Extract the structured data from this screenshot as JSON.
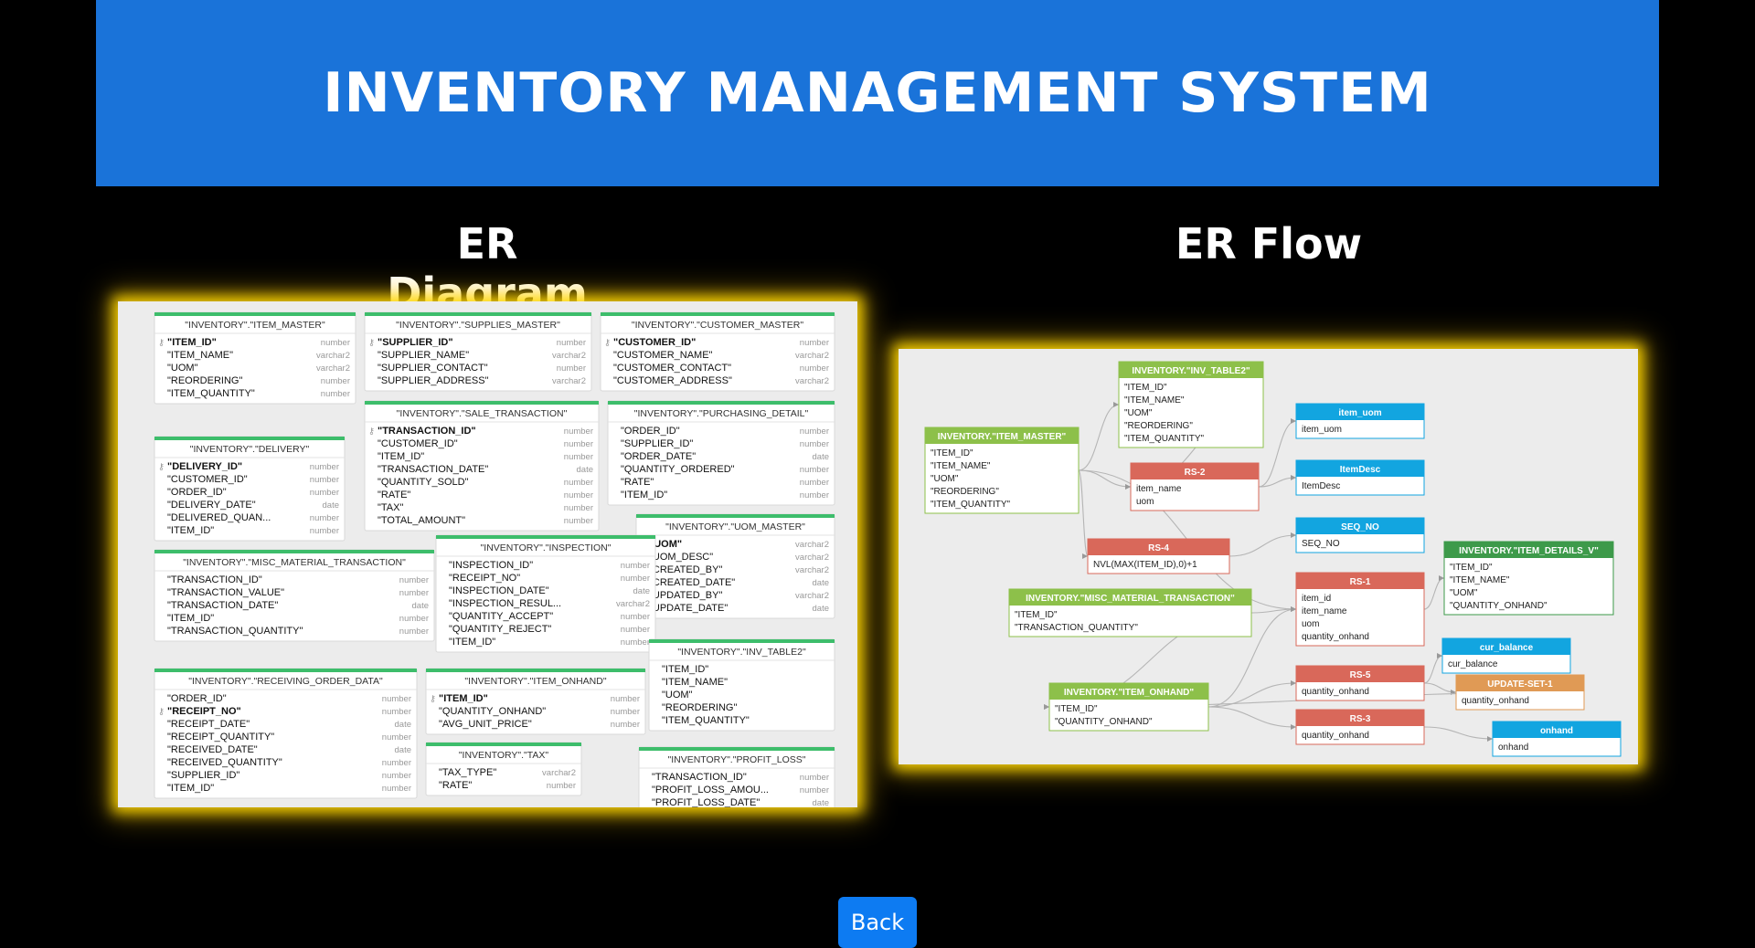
{
  "header": {
    "title": "INVENTORY MANAGEMENT SYSTEM"
  },
  "sections": {
    "er_diagram": "ER Diagram",
    "er_flow": "ER Flow"
  },
  "er_diagram": {
    "tables": [
      {
        "title": "\"INVENTORY\".\"ITEM_MASTER\"",
        "columns": [
          {
            "name": "\"ITEM_ID\"",
            "type": "number",
            "pk": true
          },
          {
            "name": "\"ITEM_NAME\"",
            "type": "varchar2"
          },
          {
            "name": "\"UOM\"",
            "type": "varchar2"
          },
          {
            "name": "\"REORDERING\"",
            "type": "number"
          },
          {
            "name": "\"ITEM_QUANTITY\"",
            "type": "number"
          }
        ]
      },
      {
        "title": "\"INVENTORY\".\"SUPPLIES_MASTER\"",
        "columns": [
          {
            "name": "\"SUPPLIER_ID\"",
            "type": "number",
            "pk": true
          },
          {
            "name": "\"SUPPLIER_NAME\"",
            "type": "varchar2"
          },
          {
            "name": "\"SUPPLIER_CONTACT\"",
            "type": "number"
          },
          {
            "name": "\"SUPPLIER_ADDRESS\"",
            "type": "varchar2"
          }
        ]
      },
      {
        "title": "\"INVENTORY\".\"CUSTOMER_MASTER\"",
        "columns": [
          {
            "name": "\"CUSTOMER_ID\"",
            "type": "number",
            "pk": true
          },
          {
            "name": "\"CUSTOMER_NAME\"",
            "type": "varchar2"
          },
          {
            "name": "\"CUSTOMER_CONTACT\"",
            "type": "number"
          },
          {
            "name": "\"CUSTOMER_ADDRESS\"",
            "type": "varchar2"
          }
        ]
      },
      {
        "title": "\"INVENTORY\".\"DELIVERY\"",
        "columns": [
          {
            "name": "\"DELIVERY_ID\"",
            "type": "number",
            "pk": true
          },
          {
            "name": "\"CUSTOMER_ID\"",
            "type": "number"
          },
          {
            "name": "\"ORDER_ID\"",
            "type": "number"
          },
          {
            "name": "\"DELIVERY_DATE\"",
            "type": "date"
          },
          {
            "name": "\"DELIVERED_QUAN...",
            "type": "number"
          },
          {
            "name": "\"ITEM_ID\"",
            "type": "number"
          }
        ]
      },
      {
        "title": "\"INVENTORY\".\"SALE_TRANSACTION\"",
        "columns": [
          {
            "name": "\"TRANSACTION_ID\"",
            "type": "number",
            "pk": true
          },
          {
            "name": "\"CUSTOMER_ID\"",
            "type": "number"
          },
          {
            "name": "\"ITEM_ID\"",
            "type": "number"
          },
          {
            "name": "\"TRANSACTION_DATE\"",
            "type": "date"
          },
          {
            "name": "\"QUANTITY_SOLD\"",
            "type": "number"
          },
          {
            "name": "\"RATE\"",
            "type": "number"
          },
          {
            "name": "\"TAX\"",
            "type": "number"
          },
          {
            "name": "\"TOTAL_AMOUNT\"",
            "type": "number"
          }
        ]
      },
      {
        "title": "\"INVENTORY\".\"PURCHASING_DETAIL\"",
        "columns": [
          {
            "name": "\"ORDER_ID\"",
            "type": "number"
          },
          {
            "name": "\"SUPPLIER_ID\"",
            "type": "number"
          },
          {
            "name": "\"ORDER_DATE\"",
            "type": "date"
          },
          {
            "name": "\"QUANTITY_ORDERED\"",
            "type": "number"
          },
          {
            "name": "\"RATE\"",
            "type": "number"
          },
          {
            "name": "\"ITEM_ID\"",
            "type": "number"
          }
        ]
      },
      {
        "title": "\"INVENTORY\".\"UOM_MASTER\"",
        "columns": [
          {
            "name": "\"UOM\"",
            "type": "varchar2",
            "pk": true
          },
          {
            "name": "\"UOM_DESC\"",
            "type": "varchar2"
          },
          {
            "name": "\"CREATED_BY\"",
            "type": "varchar2"
          },
          {
            "name": "\"CREATED_DATE\"",
            "type": "date"
          },
          {
            "name": "\"UPDATED_BY\"",
            "type": "varchar2"
          },
          {
            "name": "\"UPDATE_DATE\"",
            "type": "date"
          }
        ]
      },
      {
        "title": "\"INVENTORY\".\"MISC_MATERIAL_TRANSACTION\"",
        "columns": [
          {
            "name": "\"TRANSACTION_ID\"",
            "type": "number"
          },
          {
            "name": "\"TRANSACTION_VALUE\"",
            "type": "number"
          },
          {
            "name": "\"TRANSACTION_DATE\"",
            "type": "date"
          },
          {
            "name": "\"ITEM_ID\"",
            "type": "number"
          },
          {
            "name": "\"TRANSACTION_QUANTITY\"",
            "type": "number"
          }
        ]
      },
      {
        "title": "\"INVENTORY\".\"INSPECTION\"",
        "columns": [
          {
            "name": "\"INSPECTION_ID\"",
            "type": "number"
          },
          {
            "name": "\"RECEIPT_NO\"",
            "type": "number"
          },
          {
            "name": "\"INSPECTION_DATE\"",
            "type": "date"
          },
          {
            "name": "\"INSPECTION_RESUL...",
            "type": "varchar2"
          },
          {
            "name": "\"QUANTITY_ACCEPT\"",
            "type": "number"
          },
          {
            "name": "\"QUANTITY_REJECT\"",
            "type": "number"
          },
          {
            "name": "\"ITEM_ID\"",
            "type": "number"
          }
        ]
      },
      {
        "title": "\"INVENTORY\".\"INV_TABLE2\"",
        "columns": [
          {
            "name": "\"ITEM_ID\"",
            "type": ""
          },
          {
            "name": "\"ITEM_NAME\"",
            "type": ""
          },
          {
            "name": "\"UOM\"",
            "type": ""
          },
          {
            "name": "\"REORDERING\"",
            "type": ""
          },
          {
            "name": "\"ITEM_QUANTITY\"",
            "type": ""
          }
        ]
      },
      {
        "title": "\"INVENTORY\".\"RECEIVING_ORDER_DATA\"",
        "columns": [
          {
            "name": "\"ORDER_ID\"",
            "type": "number"
          },
          {
            "name": "\"RECEIPT_NO\"",
            "type": "number",
            "pk": true
          },
          {
            "name": "\"RECEIPT_DATE\"",
            "type": "date"
          },
          {
            "name": "\"RECEIPT_QUANTITY\"",
            "type": "number"
          },
          {
            "name": "\"RECEIVED_DATE\"",
            "type": "date"
          },
          {
            "name": "\"RECEIVED_QUANTITY\"",
            "type": "number"
          },
          {
            "name": "\"SUPPLIER_ID\"",
            "type": "number"
          },
          {
            "name": "\"ITEM_ID\"",
            "type": "number"
          }
        ]
      },
      {
        "title": "\"INVENTORY\".\"ITEM_ONHAND\"",
        "columns": [
          {
            "name": "\"ITEM_ID\"",
            "type": "number",
            "pk": true
          },
          {
            "name": "\"QUANTITY_ONHAND\"",
            "type": "number"
          },
          {
            "name": "\"AVG_UNIT_PRICE\"",
            "type": "number"
          }
        ]
      },
      {
        "title": "\"INVENTORY\".\"TAX\"",
        "columns": [
          {
            "name": "\"TAX_TYPE\"",
            "type": "varchar2"
          },
          {
            "name": "\"RATE\"",
            "type": "number"
          }
        ]
      },
      {
        "title": "\"INVENTORY\".\"PROFIT_LOSS\"",
        "columns": [
          {
            "name": "\"TRANSACTION_ID\"",
            "type": "number"
          },
          {
            "name": "\"PROFIT_LOSS_AMOU...",
            "type": "number"
          },
          {
            "name": "\"PROFIT_LOSS_DATE\"",
            "type": "date"
          }
        ]
      }
    ]
  },
  "er_flow": {
    "nodes": [
      {
        "title": "INVENTORY.\"INV_TABLE2\"",
        "color": "#8dc04a",
        "rows": [
          "\"ITEM_ID\"",
          "\"ITEM_NAME\"",
          "\"UOM\"",
          "\"REORDERING\"",
          "\"ITEM_QUANTITY\""
        ]
      },
      {
        "title": "INVENTORY.\"ITEM_MASTER\"",
        "color": "#8dc04a",
        "rows": [
          "\"ITEM_ID\"",
          "\"ITEM_NAME\"",
          "\"UOM\"",
          "\"REORDERING\"",
          "\"ITEM_QUANTITY\""
        ]
      },
      {
        "title": "item_uom",
        "color": "#12a5e0",
        "rows": [
          "item_uom"
        ]
      },
      {
        "title": "RS-2",
        "color": "#d9685a",
        "rows": [
          "item_name",
          "uom"
        ]
      },
      {
        "title": "ItemDesc",
        "color": "#12a5e0",
        "rows": [
          "ItemDesc"
        ]
      },
      {
        "title": "SEQ_NO",
        "color": "#12a5e0",
        "rows": [
          "SEQ_NO"
        ]
      },
      {
        "title": "RS-4",
        "color": "#d9685a",
        "rows": [
          "NVL(MAX(ITEM_ID),0)+1"
        ]
      },
      {
        "title": "INVENTORY.\"ITEM_DETAILS_V\"",
        "color": "#3d9a4a",
        "rows": [
          "\"ITEM_ID\"",
          "\"ITEM_NAME\"",
          "\"UOM\"",
          "\"QUANTITY_ONHAND\""
        ]
      },
      {
        "title": "RS-1",
        "color": "#d9685a",
        "rows": [
          "item_id",
          "item_name",
          "uom",
          "quantity_onhand"
        ]
      },
      {
        "title": "INVENTORY.\"MISC_MATERIAL_TRANSACTION\"",
        "color": "#8dc04a",
        "rows": [
          "\"ITEM_ID\"",
          "\"TRANSACTION_QUANTITY\""
        ]
      },
      {
        "title": "cur_balance",
        "color": "#12a5e0",
        "rows": [
          "cur_balance"
        ]
      },
      {
        "title": "UPDATE-SET-1",
        "color": "#e09a55",
        "rows": [
          "quantity_onhand"
        ]
      },
      {
        "title": "RS-5",
        "color": "#d9685a",
        "rows": [
          "quantity_onhand"
        ]
      },
      {
        "title": "INVENTORY.\"ITEM_ONHAND\"",
        "color": "#8dc04a",
        "rows": [
          "\"ITEM_ID\"",
          "\"QUANTITY_ONHAND\""
        ]
      },
      {
        "title": "RS-3",
        "color": "#d9685a",
        "rows": [
          "quantity_onhand"
        ]
      },
      {
        "title": "onhand",
        "color": "#12a5e0",
        "rows": [
          "onhand"
        ]
      }
    ]
  },
  "footer": {
    "back_label": "Back"
  },
  "colors": {
    "banner": "#1a73d9",
    "glow": "#ffd700",
    "table_header_line": "#3dbd6b",
    "back_button": "#0d7bf2"
  }
}
